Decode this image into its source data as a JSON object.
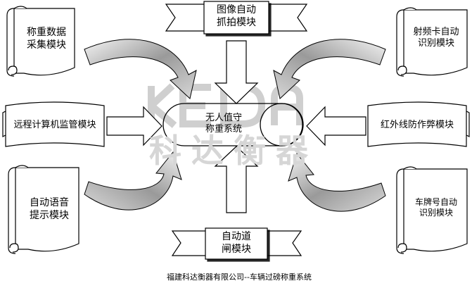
{
  "watermark": {
    "logo": "KEDA",
    "cn": "科达衡器"
  },
  "center": {
    "title": "无人值守\n称重系统"
  },
  "modules": {
    "top": "图像自动\n抓拍模块",
    "bottom": "自动道\n闸模块",
    "left": "远程计算机监管模块",
    "right": "红外线防作弊模块",
    "top_left": "称重数据\n采集模块",
    "top_right": "射频卡自动\n识别模块",
    "bottom_left": "自动语音\n提示模块",
    "bottom_right": "车牌号自动\n识别模块"
  },
  "footer": "福建科达衡器有限公司--车辆过磅称重系统"
}
